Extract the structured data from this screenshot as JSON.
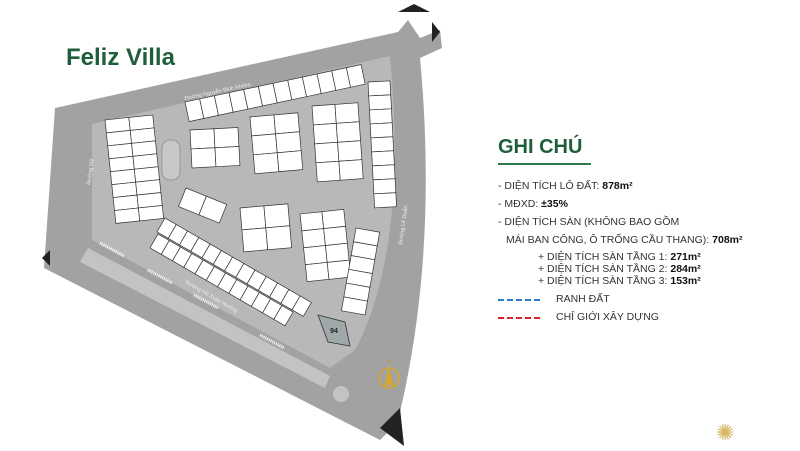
{
  "project_title": "Feliz Villa",
  "roads": {
    "north": "Đường Nguyễn Bỉnh Khiêm",
    "east": "Đường Lê Duẩn",
    "south": "Đường Hồ Xuân Hương",
    "west": "Đường N3"
  },
  "highlighted_lot": {
    "number": "94"
  },
  "compass": {
    "label": "N"
  },
  "legend": {
    "title": "GHI CHÚ",
    "lot_area_label": "- DIỆN TÍCH LÔ ĐẤT: ",
    "lot_area_value": "878m²",
    "density_label": "- MĐXD: ",
    "density_value": "±35%",
    "floor_area_label_1": "- DIỆN TÍCH SÀN (KHÔNG BAO GỒM",
    "floor_area_label_2": "MÁI BAN CÔNG, Ô TRỐNG CẦU THANG): ",
    "floor_area_value": "708m²",
    "floors": [
      {
        "label": "+ DIỆN TÍCH SÀN TẦNG 1: ",
        "value": "271m²"
      },
      {
        "label": "+ DIỆN TÍCH SÀN TẦNG 2: ",
        "value": "284m²"
      },
      {
        "label": "+ DIỆN TÍCH SÀN TẦNG 3: ",
        "value": "153m²"
      }
    ],
    "lines": [
      {
        "label": "RANH ĐẤT",
        "color": "#2b7bd0"
      },
      {
        "label": "CHỈ GIỚI XÂY DỰNG",
        "color": "#e0202a"
      }
    ]
  }
}
